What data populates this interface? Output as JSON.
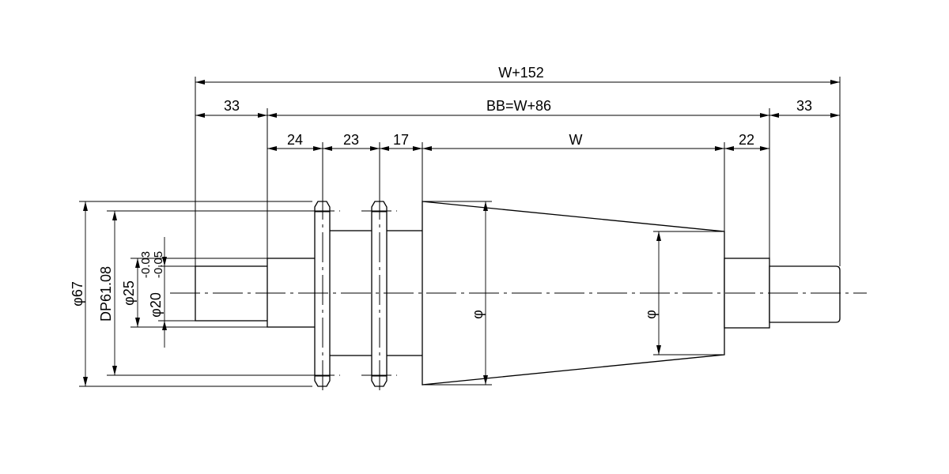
{
  "dimensions": {
    "overall": "W+152",
    "left_end": "33",
    "bb": "BB=W+86",
    "right_end": "33",
    "seg_24": "24",
    "seg_23": "23",
    "seg_17": "17",
    "seg_w": "W",
    "seg_22": "22"
  },
  "diameters": {
    "phi67": "φ67",
    "dp": "DP61.08",
    "phi25": "φ25",
    "phi20": "φ20",
    "tol_upper": "-0.03",
    "tol_lower": "-0.05",
    "cone_big": "φ",
    "cone_small": "φ"
  },
  "colors": {
    "line": "#000000",
    "background": "#ffffff"
  }
}
